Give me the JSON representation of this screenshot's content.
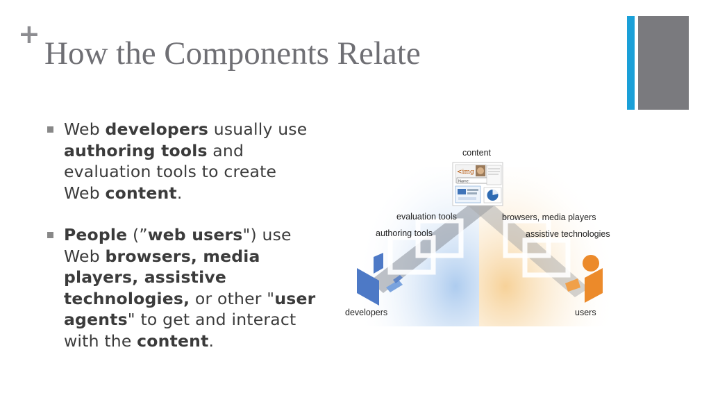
{
  "slide": {
    "plus": "+",
    "title": "How the Components Relate",
    "accent_colors": {
      "blue": "#1aa0d8",
      "gray": "#7a7a7e",
      "bullet": "#888888"
    }
  },
  "bullets": [
    {
      "parts": [
        {
          "text": "Web ",
          "bold": false
        },
        {
          "text": "developers",
          "bold": true
        },
        {
          "text": " usually use ",
          "bold": false
        },
        {
          "text": "authoring tools",
          "bold": true
        },
        {
          "text": " and evaluation tools to create Web ",
          "bold": false
        },
        {
          "text": "content",
          "bold": true
        },
        {
          "text": ".",
          "bold": false
        }
      ]
    },
    {
      "parts": [
        {
          "text": "People",
          "bold": true
        },
        {
          "text": " (”",
          "bold": false
        },
        {
          "text": "web users",
          "bold": true
        },
        {
          "text": "\") use Web ",
          "bold": false
        },
        {
          "text": "browsers, media players, assistive technologies,",
          "bold": true
        },
        {
          "text": " or other \"",
          "bold": false
        },
        {
          "text": "user agents",
          "bold": true
        },
        {
          "text": "\" to get and interact with the ",
          "bold": false
        },
        {
          "text": "content",
          "bold": true
        },
        {
          "text": ".",
          "bold": false
        }
      ]
    }
  ],
  "diagram": {
    "content_label": "content",
    "evaluation_tools": "evaluation tools",
    "authoring_tools": "authoring tools",
    "browsers_media_players": "browsers, media players",
    "assistive_technologies": "assistive technologies",
    "developers": "developers",
    "users": "users",
    "img_tag_text": "<img",
    "name_field_label": "Name:",
    "colors": {
      "left_glow": "#a9c9ee",
      "right_glow": "#f6cf93",
      "developer": "#4d79c6",
      "user": "#ec8a2a"
    }
  }
}
